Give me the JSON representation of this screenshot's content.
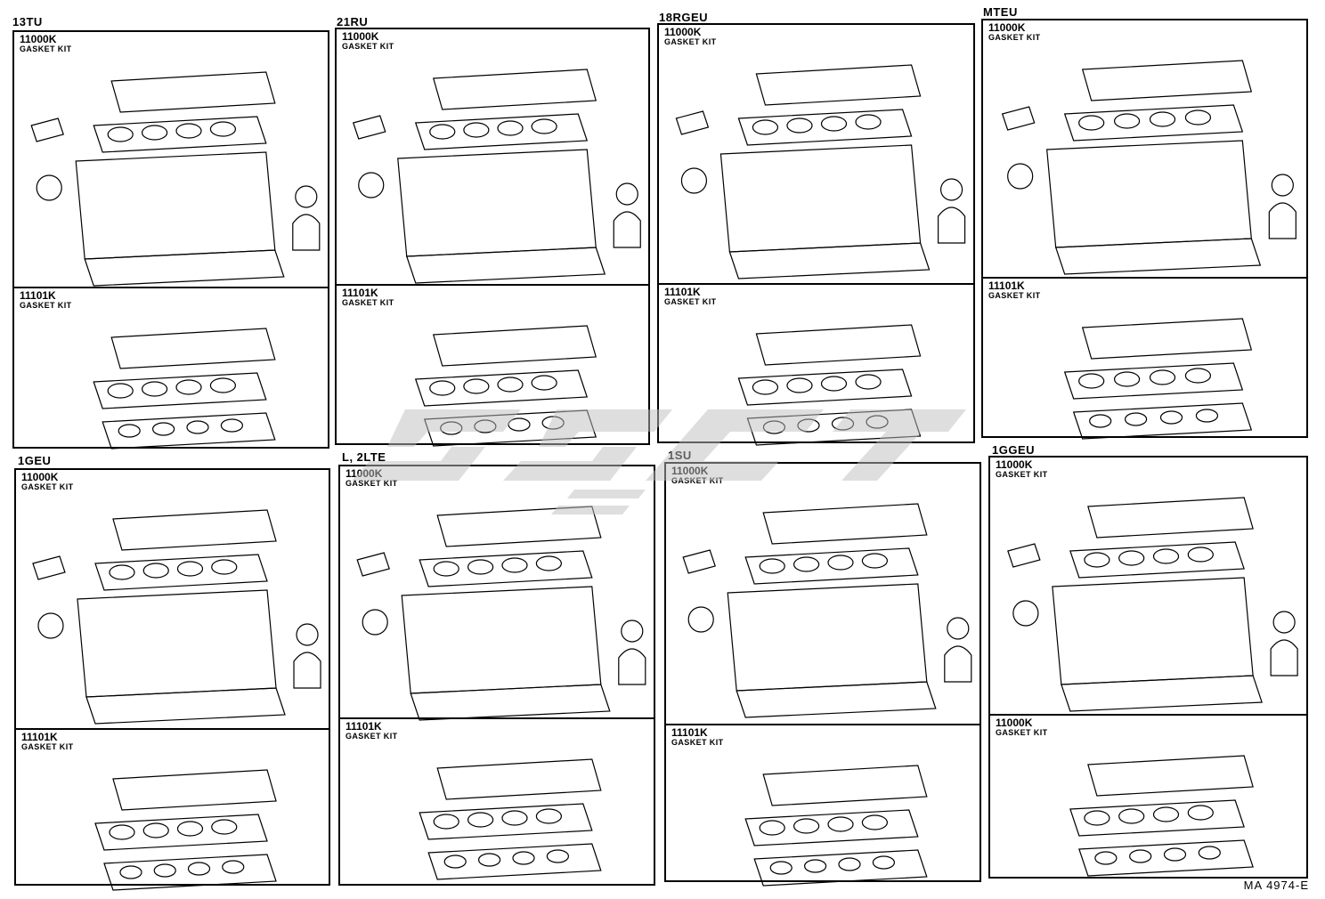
{
  "panels": [
    {
      "engine": "13TU",
      "top": {
        "code": "11000K",
        "kit": "GASKET KIT"
      },
      "bottom": {
        "code": "11101K",
        "kit": "GASKET KIT"
      }
    },
    {
      "engine": "21RU",
      "top": {
        "code": "11000K",
        "kit": "GASKET KIT"
      },
      "bottom": {
        "code": "11101K",
        "kit": "GASKET KIT"
      }
    },
    {
      "engine": "18RGEU",
      "top": {
        "code": "11000K",
        "kit": "GASKET KIT"
      },
      "bottom": {
        "code": "11101K",
        "kit": "GASKET KIT"
      }
    },
    {
      "engine": "MTEU",
      "top": {
        "code": "11000K",
        "kit": "GASKET KIT"
      },
      "bottom": {
        "code": "11101K",
        "kit": "GASKET KIT"
      }
    },
    {
      "engine": "1GEU",
      "top": {
        "code": "11000K",
        "kit": "GASKET KIT"
      },
      "bottom": {
        "code": "11101K",
        "kit": "GASKET KIT"
      }
    },
    {
      "engine": "L, 2LTE",
      "top": {
        "code": "11000K",
        "kit": "GASKET KIT"
      },
      "bottom": {
        "code": "11101K",
        "kit": "GASKET KIT"
      }
    },
    {
      "engine": "1SU",
      "top": {
        "code": "11000K",
        "kit": "GASKET KIT"
      },
      "bottom": {
        "code": "11101K",
        "kit": "GASKET KIT"
      }
    },
    {
      "engine": "1GGEU",
      "top": {
        "code": "11000K",
        "kit": "GASKET KIT"
      },
      "bottom": {
        "code": "11000K",
        "kit": "GASKET KIT"
      }
    }
  ],
  "figure_ref": "MA 4974-E",
  "watermark_icon": "brand-logo-watermark",
  "colors": {
    "ink": "#000000",
    "watermark": "#bfbfbf"
  }
}
